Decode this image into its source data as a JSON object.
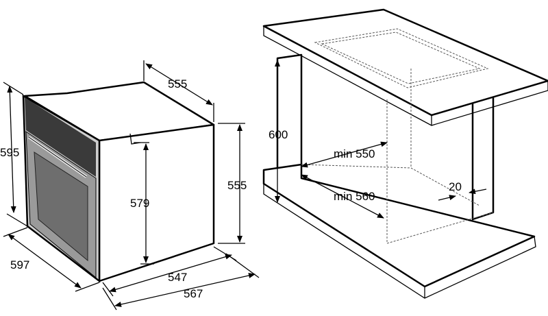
{
  "oven": {
    "depth_top": "555",
    "front_height": "595",
    "inner_height": "579",
    "body_height": "555",
    "front_width": "597",
    "body_width": "547",
    "overall_width": "567"
  },
  "cabinet": {
    "niche_height": "600",
    "min_width": "min 550",
    "min_depth": "min 560",
    "ventilation_gap": "20"
  },
  "colors": {
    "panel": "#3a3a3a",
    "door": "#9a9a9a",
    "window": "#6e6e6e",
    "line": "#000000"
  }
}
